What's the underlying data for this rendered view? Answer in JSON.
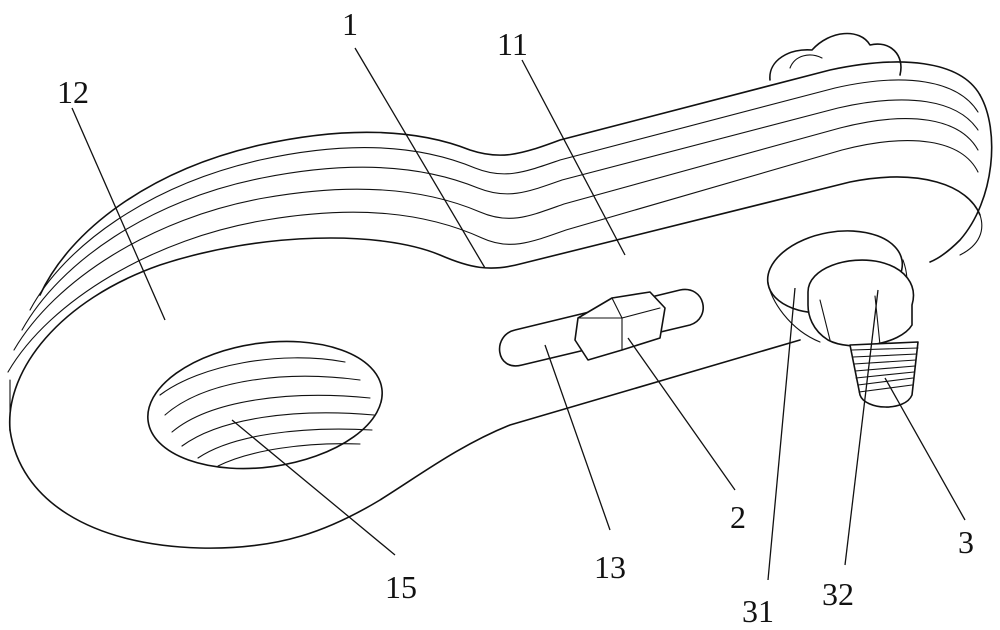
{
  "figure": {
    "labels": {
      "part_1": "1",
      "part_11": "11",
      "part_12": "12",
      "part_13": "13",
      "part_15": "15",
      "part_2": "2",
      "part_3": "3",
      "part_31": "31",
      "part_32": "32"
    }
  }
}
